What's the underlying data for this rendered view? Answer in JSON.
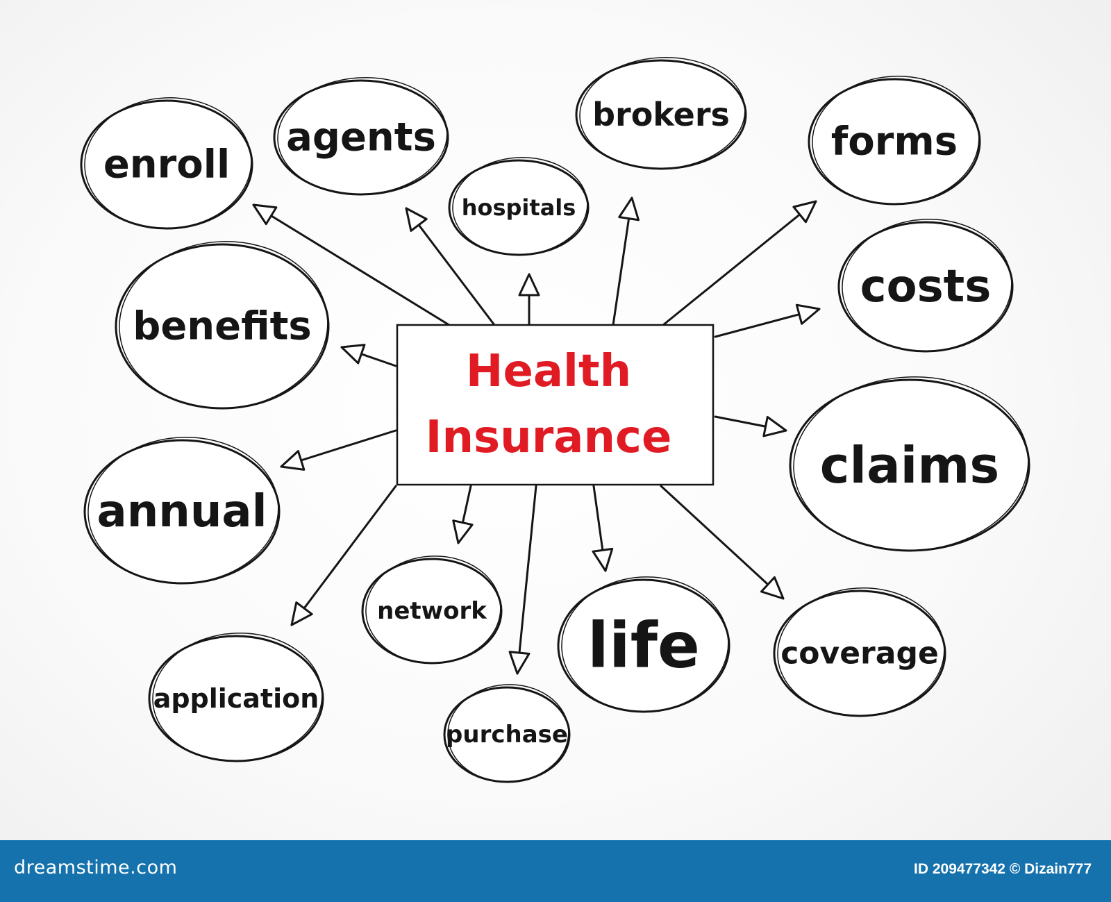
{
  "diagram": {
    "center": {
      "line1": "Health",
      "line2": "Insurance",
      "color": "#e01b24"
    },
    "nodes": [
      {
        "id": "enroll",
        "label": "enroll"
      },
      {
        "id": "agents",
        "label": "agents"
      },
      {
        "id": "brokers",
        "label": "brokers"
      },
      {
        "id": "forms",
        "label": "forms"
      },
      {
        "id": "hospitals",
        "label": "hospitals"
      },
      {
        "id": "benefits",
        "label": "benefits"
      },
      {
        "id": "costs",
        "label": "costs"
      },
      {
        "id": "claims",
        "label": "claims"
      },
      {
        "id": "annual",
        "label": "annual"
      },
      {
        "id": "network",
        "label": "network"
      },
      {
        "id": "life",
        "label": "life"
      },
      {
        "id": "coverage",
        "label": "coverage"
      },
      {
        "id": "application",
        "label": "application"
      },
      {
        "id": "purchase",
        "label": "purchase"
      }
    ]
  },
  "footer": {
    "brand": "dreamstime.com",
    "credit": "ID 209477342 © Dizain777",
    "background": "#1572ac"
  }
}
